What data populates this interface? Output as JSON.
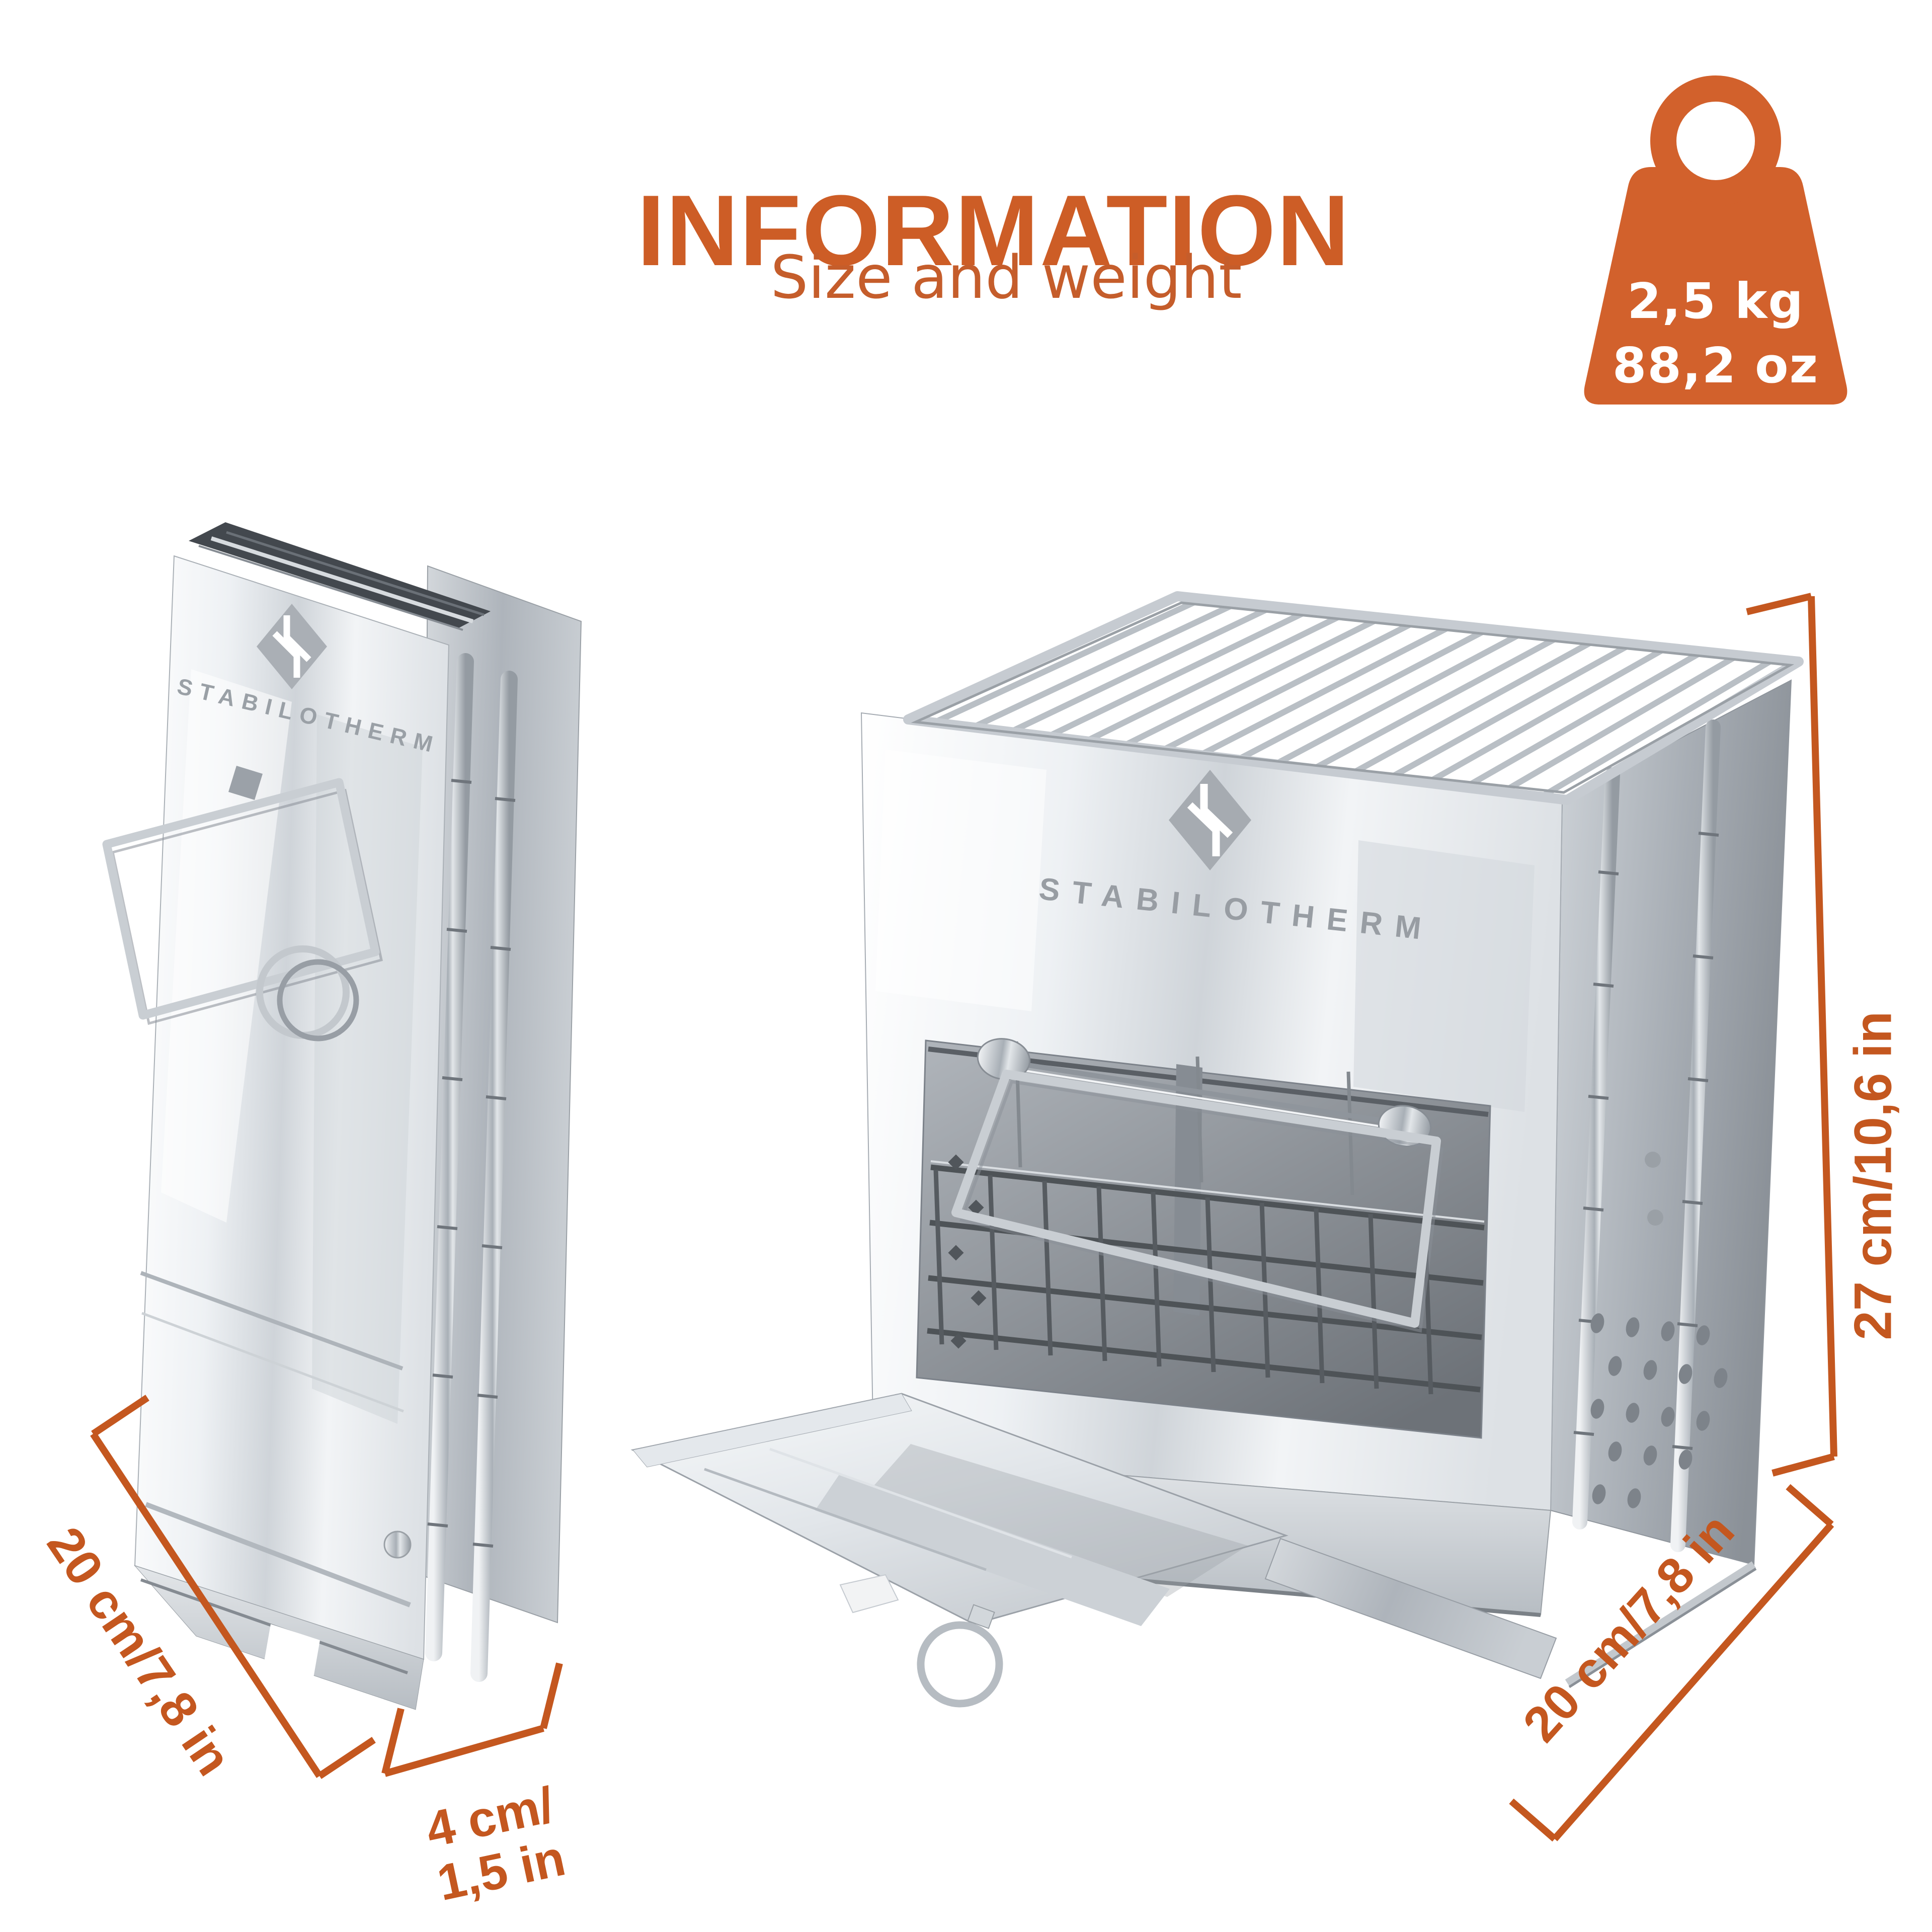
{
  "header": {
    "title": "INFORMATION",
    "subtitle": "Size and weight"
  },
  "weight_badge": {
    "kg": "2,5 kg",
    "oz": "88,2 oz"
  },
  "brand": {
    "name": "STABILOTHERM"
  },
  "dimensions": {
    "folded_length": "20 cm/7,8 in",
    "folded_thickness_line1": "4 cm/",
    "folded_thickness_line2": "1,5 in",
    "assembled_height": "27 cm/10,6 in",
    "assembled_depth": "20 cm/7,8 in"
  },
  "colors": {
    "accent": "#cd5d26",
    "dimension_line": "#c4571f",
    "badge_orange": "#d2612c",
    "brand_gray": "#9aa0a6",
    "background": "#ffffff"
  }
}
